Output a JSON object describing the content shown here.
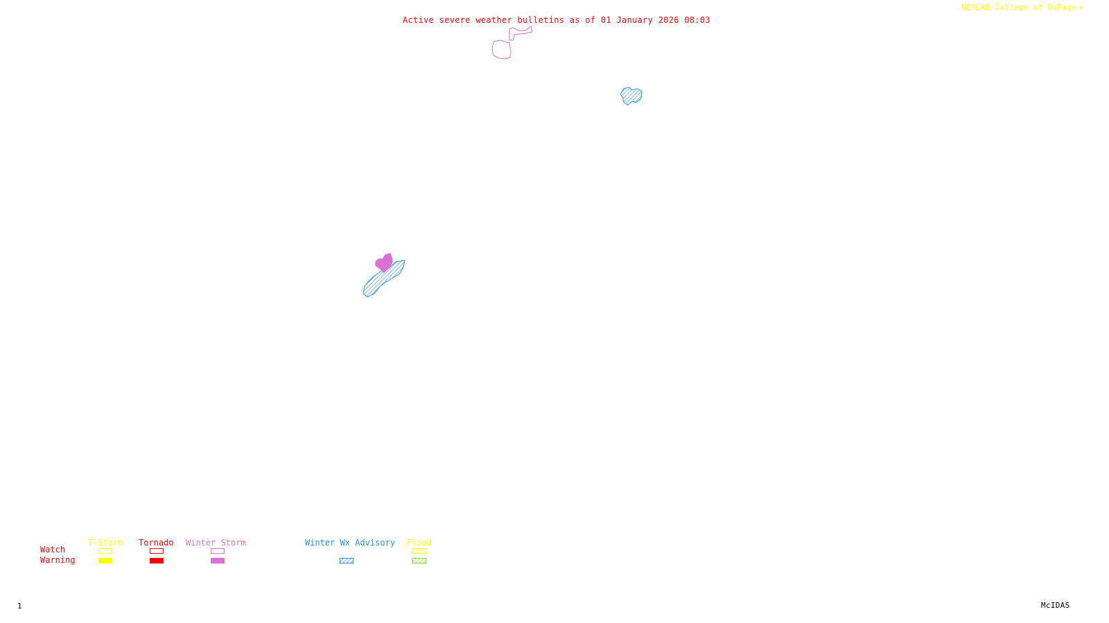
{
  "header": {
    "title": "Active severe weather bulletins as of 01 January 2026 08:03",
    "credit": "NEXLAB-College of DuPage"
  },
  "colors": {
    "title": "#ff0000",
    "credit": "#ffff00",
    "tstorm": "#ffff00",
    "tornado": "#ff0000",
    "winter_storm": "#da70d6",
    "winter_wx_advisory": "#1e90ff",
    "flood_watch": "#ffff00",
    "flood_warning": "#7fdf30",
    "footer": "#000000"
  },
  "map": {
    "alerts": [
      {
        "type": "Winter Storm Watch",
        "style": "outline",
        "color": "#da70d6",
        "region": "north-central"
      },
      {
        "type": "Winter Wx Advisory",
        "style": "hatched",
        "color": "#1e90ff",
        "region": "northeast"
      },
      {
        "type": "Winter Wx Advisory",
        "style": "hatched",
        "color": "#1e90ff",
        "region": "central"
      },
      {
        "type": "Winter Storm Warning",
        "style": "filled",
        "color": "#da70d6",
        "region": "central"
      }
    ]
  },
  "legend": {
    "row_labels": {
      "watch": "Watch",
      "warning": "Warning"
    },
    "categories": [
      {
        "name": "T-Storm",
        "watch": "outline",
        "warning": "filled"
      },
      {
        "name": "Tornado",
        "watch": "outline",
        "warning": "filled"
      },
      {
        "name": "Winter Storm",
        "watch": "outline",
        "warning": "filled"
      },
      {
        "name": "Winter Wx Advisory",
        "watch": "none",
        "warning": "hatched"
      },
      {
        "name": "Flood",
        "watch": "hatched",
        "warning": "hatched"
      }
    ]
  },
  "footer": {
    "frame_number": "1",
    "software": "McIDAS"
  }
}
